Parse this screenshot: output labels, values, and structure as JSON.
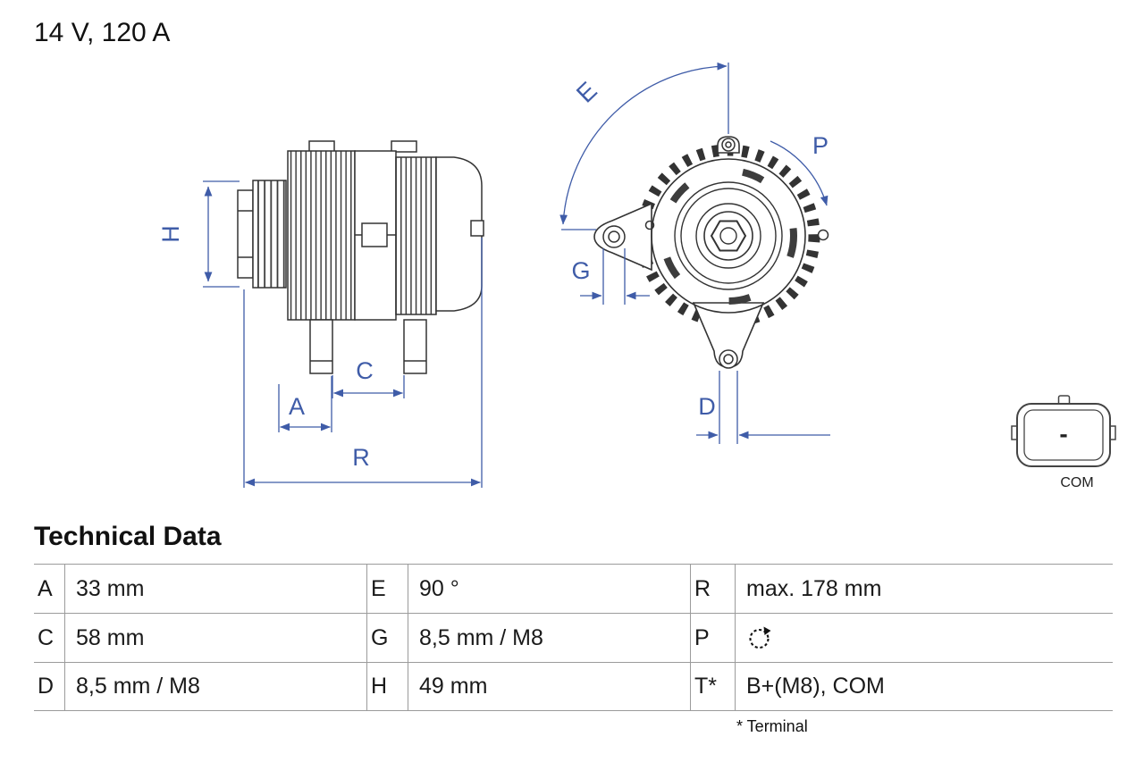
{
  "header": {
    "title": "14 V, 120 A"
  },
  "diagram": {
    "dimension_labels": {
      "H": "H",
      "A": "A",
      "C": "C",
      "R": "R",
      "E": "E",
      "G": "G",
      "P": "P",
      "D": "D"
    },
    "connector": {
      "pin_label": "-",
      "caption": "COM",
      "icon": "com-connector-icon"
    },
    "rotation_icon": "rotation-clockwise-icon"
  },
  "technical_data": {
    "title": "Technical Data",
    "rows": [
      {
        "cells": [
          {
            "key": "A",
            "value": "33 mm"
          },
          {
            "key": "E",
            "value": "90 °"
          },
          {
            "key": "R",
            "value": "max. 178 mm"
          }
        ]
      },
      {
        "cells": [
          {
            "key": "C",
            "value": "58 mm"
          },
          {
            "key": "G",
            "value": "8,5 mm / M8"
          },
          {
            "key": "P",
            "value": "",
            "icon": "rotation-clockwise-icon"
          }
        ]
      },
      {
        "cells": [
          {
            "key": "D",
            "value": "8,5 mm / M8"
          },
          {
            "key": "H",
            "value": "49 mm"
          },
          {
            "key": "T*",
            "value": "B+(M8), COM"
          }
        ]
      }
    ],
    "footnote": "* Terminal"
  },
  "colors": {
    "dimension_blue": "#3F5CA8",
    "drawing_dark": "#333333"
  }
}
